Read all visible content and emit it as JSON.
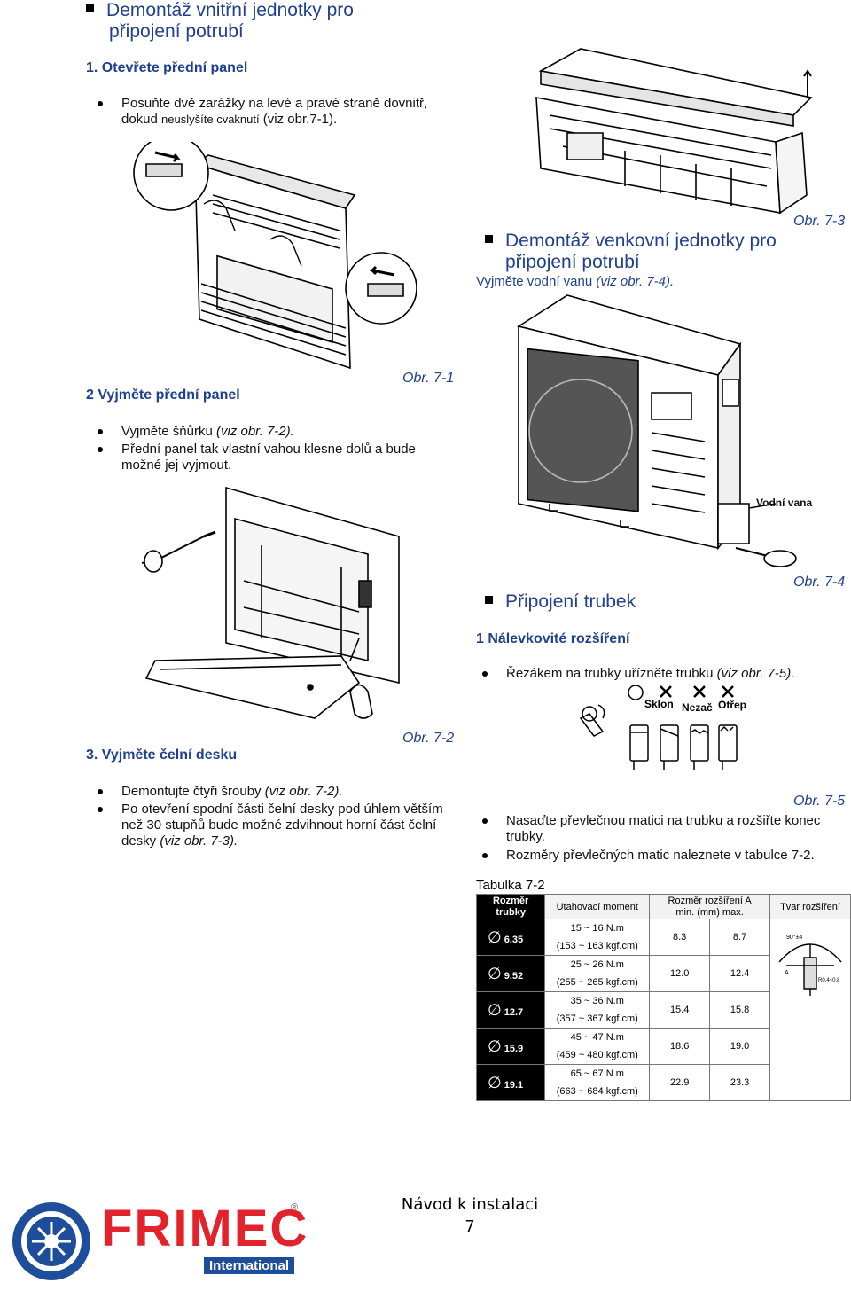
{
  "sections": {
    "indoor_title_line1": "Demontáž vnitřní jednotky pro",
    "indoor_title_line2": "připojení potrubí",
    "outdoor_title_line1": "Demontáž venkovní jednotky pro",
    "outdoor_title_line2": "připojení potrubí",
    "pipe_title": "Připojení trubek"
  },
  "step1": {
    "title": "1. Otevřete přední panel",
    "bullet1_main": "Posuňte dvě zarážky na levé a pravé straně dovnitř,",
    "bullet1_line2a": "dokud ",
    "bullet1_line2b": "neuslyšíte cvaknutí",
    "bullet1_line2c": " (viz obr.7-1)."
  },
  "step2": {
    "title": "2 Vyjměte přední panel",
    "bullet1_text": "Vyjměte šňůrku ",
    "bullet1_ref": "(viz obr. 7-2).",
    "bullet2_line1": "Přední panel tak vlastní vahou klesne dolů a bude",
    "bullet2_line2": "možné jej vyjmout."
  },
  "step3": {
    "title": "3. Vyjměte čelní desku",
    "bullet1_text": "Demontujte čtyři šrouby ",
    "bullet1_ref": "(viz obr. 7-2).",
    "bullet2_line1": "Po otevření spodní části čelní desky pod úhlem větším",
    "bullet2_line2": "než 30 stupňů bude možné zdvihnout horní část čelní",
    "bullet2_line3a": "desky ",
    "bullet2_line3b": "(viz obr. 7-3)."
  },
  "outdoor": {
    "text": "Vyjměte vodní vanu ",
    "ref": "(viz obr. 7-4).",
    "label_water_tray": "Vodní vana"
  },
  "flare": {
    "title": "1 Nálevkovité rozšíření",
    "bullet1_text": "Řezákem na trubky uřízněte trubku ",
    "bullet1_ref": "(viz obr. 7-5).",
    "label_tilt": "Sklon",
    "label_uneven": "Nezač",
    "label_burr": "Otřep",
    "bullet2_line1": "Nasaďte převlečnou matici na trubku a rozšiřte konec",
    "bullet2_line2": "trubky.",
    "bullet3": "Rozměry převlečných matic naleznete v tabulce 7-2."
  },
  "figures": {
    "fig71": "Obr. 7-1",
    "fig72": "Obr. 7-2",
    "fig73": "Obr. 7-3",
    "fig74": "Obr. 7-4",
    "fig75": "Obr. 7-5"
  },
  "table": {
    "caption": "Tabulka 7-2",
    "headers": {
      "pipe_line1": "Rozměr",
      "pipe_line2": "trubky",
      "torque": "Utahovací moment",
      "flare_line1": "Rozměr rozšíření A",
      "flare_line2": "min. (mm) max.",
      "shape": "Tvar rozšíření"
    },
    "rows": [
      {
        "size": "6.35",
        "torque_nm": "15 ~ 16 N.m",
        "torque_kgf": "(153 ~ 163 kgf.cm)",
        "min": "8.3",
        "max": "8.7"
      },
      {
        "size": "9.52",
        "torque_nm": "25 ~ 26 N.m",
        "torque_kgf": "(255 ~ 265 kgf.cm)",
        "min": "12.0",
        "max": "12.4"
      },
      {
        "size": "12.7",
        "torque_nm": "35 ~ 36 N.m",
        "torque_kgf": "(357 ~ 367 kgf.cm)",
        "min": "15.4",
        "max": "15.8"
      },
      {
        "size": "15.9",
        "torque_nm": "45 ~ 47 N.m",
        "torque_kgf": "(459 ~ 480 kgf.cm)",
        "min": "18.6",
        "max": "19.0"
      },
      {
        "size": "19.1",
        "torque_nm": "65 ~ 67 N.m",
        "torque_kgf": "(663 ~ 684 kgf.cm)",
        "min": "22.9",
        "max": "23.3"
      }
    ],
    "diagram_labels": {
      "angle": "90°±4",
      "a": "A",
      "radius": "R0.4~0.8"
    }
  },
  "footer": {
    "line1": "Návod k instalaci",
    "page": "7",
    "logo_main": "FRIMEC",
    "logo_sub": "International",
    "logo_reg": "®"
  },
  "colors": {
    "heading": "#1f3f8f",
    "logo_red": "#e3232b",
    "logo_blue": "#1e4d9b"
  }
}
